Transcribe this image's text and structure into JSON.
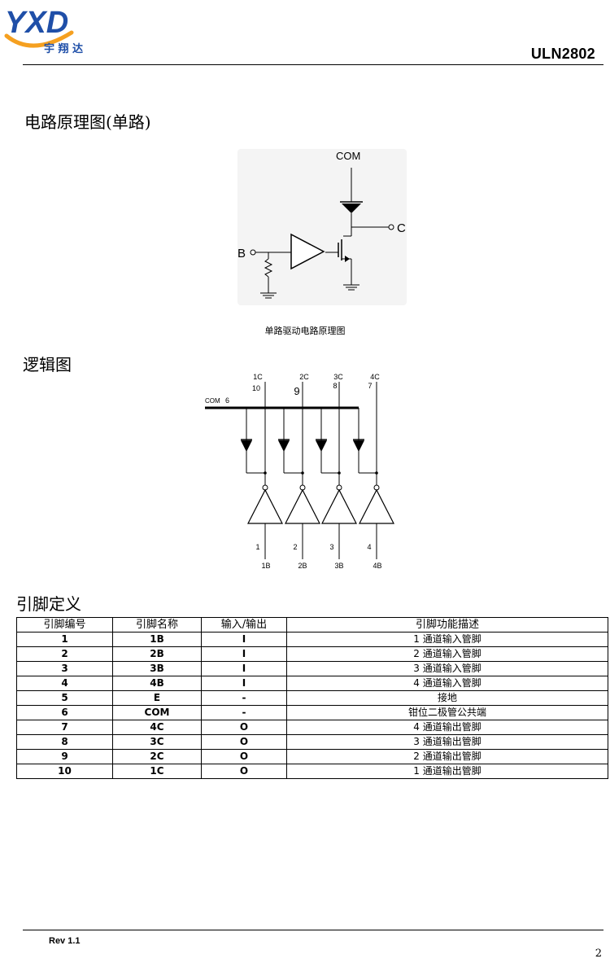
{
  "header": {
    "logo_letters": "YXD",
    "logo_subtitle": "宇 翔 达",
    "part_number": "ULN2802",
    "colors": {
      "logo_blue": "#1f4fa8",
      "logo_orange": "#f5a020"
    }
  },
  "sections": {
    "circuit_title": "电路原理图(单路)",
    "logic_title": "逻辑图",
    "pin_title": "引脚定义"
  },
  "circuit": {
    "com_label": "COM",
    "c_label": "C",
    "b_label": "B",
    "caption": "单路驱动电路原理图"
  },
  "logic": {
    "outputs": [
      "1C",
      "2C",
      "3C",
      "4C"
    ],
    "output_pins": [
      "10",
      "9",
      "8",
      "7"
    ],
    "com_label": "COM",
    "com_pin": "6",
    "input_pins": [
      "1",
      "2",
      "3",
      "4"
    ],
    "inputs": [
      "1B",
      "2B",
      "3B",
      "4B"
    ]
  },
  "pin_table": {
    "headers": [
      "引脚编号",
      "引脚名称",
      "输入/输出",
      "引脚功能描述"
    ],
    "rows": [
      [
        "1",
        "1B",
        "I",
        "1 通道输入管脚"
      ],
      [
        "2",
        "2B",
        "I",
        "2 通道输入管脚"
      ],
      [
        "3",
        "3B",
        "I",
        "3 通道输入管脚"
      ],
      [
        "4",
        "4B",
        "I",
        "4 通道输入管脚"
      ],
      [
        "5",
        "E",
        "-",
        "接地"
      ],
      [
        "6",
        "COM",
        "-",
        "钳位二极管公共端"
      ],
      [
        "7",
        "4C",
        "O",
        "4 通道输出管脚"
      ],
      [
        "8",
        "3C",
        "O",
        "3 通道输出管脚"
      ],
      [
        "9",
        "2C",
        "O",
        "2 通道输出管脚"
      ],
      [
        "10",
        "1C",
        "O",
        "1 通道输出管脚"
      ]
    ]
  },
  "footer": {
    "revision": "Rev 1.1",
    "page_number": "2"
  }
}
